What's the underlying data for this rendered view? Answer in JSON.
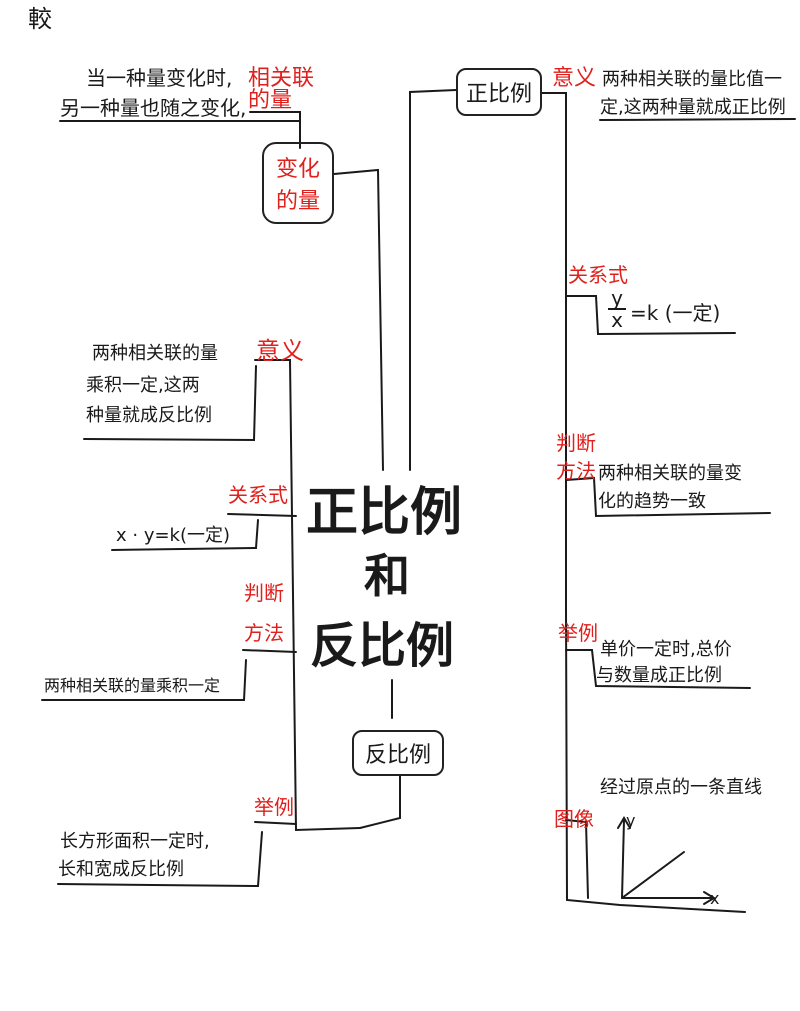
{
  "corner_mark": "較",
  "central": {
    "line1": "正比例",
    "line2": "和",
    "line3": "反比例"
  },
  "top_left": {
    "note_line1": "当一种量变化时,",
    "note_line2": "另一种量也随之变化,",
    "related": "相关联的量",
    "box_line1": "变化",
    "box_line2": "的量"
  },
  "direct": {
    "box": "正比例",
    "meaning_label": "意义",
    "meaning_line1": "两种相关联的量比值一",
    "meaning_line2": "定,这两种量就成正比例",
    "formula_label": "关系式",
    "formula_numerator": "y",
    "formula_denominator": "x",
    "formula_rest": "=k (一定)",
    "judge_label_line1": "判断",
    "judge_label_line2": "方法",
    "judge_line1": "两种相关联的量变",
    "judge_line2": "化的趋势一致",
    "example_label": "举例",
    "example_line1": "单价一定时,总价",
    "example_line2": "与数量成正比例",
    "graph_label": "图像",
    "graph_desc": "经过原点的一条直线",
    "graph_axis_x": "x",
    "graph_axis_y": "y"
  },
  "inverse": {
    "box": "反比例",
    "meaning_label": "意义",
    "meaning_line1": "两种相关联的量",
    "meaning_line2": "乘积一定,这两",
    "meaning_line3": "种量就成反比例",
    "formula_label": "关系式",
    "formula": "x · y=k(一定)",
    "judge_label_line1": "判断",
    "judge_label_line2": "方法",
    "judge_text": "两种相关联的量乘积一定",
    "example_label": "举例",
    "example_line1": "长方形面积一定时,",
    "example_line2": "长和宽成反比例"
  }
}
